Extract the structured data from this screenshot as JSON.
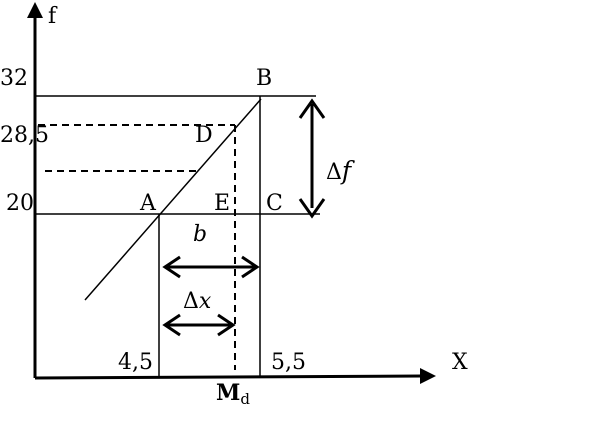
{
  "axes": {
    "y_label": "f",
    "x_label": "X"
  },
  "y_ticks": {
    "t32": "32",
    "t285": "28,5",
    "t20": "20"
  },
  "x_ticks": {
    "t45": "4,5",
    "t55": "5,5"
  },
  "points": {
    "A": "A",
    "B": "B",
    "C": "C",
    "D": "D",
    "E": "E"
  },
  "annotations": {
    "delta_f_symbol": "Δ",
    "delta_f_var": "f",
    "b": "b",
    "delta_x_symbol": "Δ",
    "delta_x_var": "x",
    "md_main": "M",
    "md_sub": "d"
  }
}
